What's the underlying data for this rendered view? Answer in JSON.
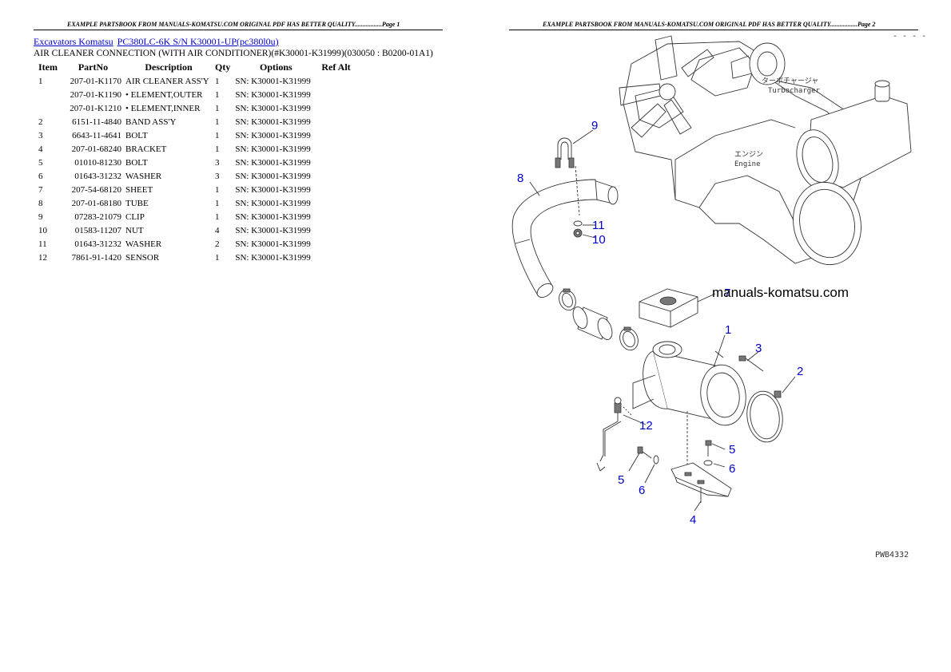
{
  "page1": {
    "header": "EXAMPLE PARTSBOOK FROM MANUALS-KOMATSU.COM ORIGINAL PDF HAS BETTER QUALITY.................Page 1",
    "breadcrumbs": [
      "Excavators Komatsu",
      "PC380LC-6K S/N K30001-UP(pc380l0u)"
    ],
    "subtitle": "AIR CLEANER CONNECTION (WITH AIR CONDITIONER)(#K30001-K31999)(030050 : B0200-01A1)",
    "columns": [
      "Item",
      "PartNo",
      "Description",
      "Qty",
      "Options",
      "Ref Alt"
    ],
    "rows": [
      {
        "item": "1",
        "part": "207-01-K1170",
        "desc": "AIR CLEANER ASS'Y",
        "qty": "1",
        "opt": "SN: K30001-K31999"
      },
      {
        "item": "",
        "part": "207-01-K1190",
        "desc": "• ELEMENT,OUTER",
        "qty": "1",
        "opt": "SN: K30001-K31999"
      },
      {
        "item": "",
        "part": "207-01-K1210",
        "desc": "• ELEMENT,INNER",
        "qty": "1",
        "opt": "SN: K30001-K31999"
      },
      {
        "item": "2",
        "part": "6151-11-4840",
        "desc": "BAND ASS'Y",
        "qty": "1",
        "opt": "SN: K30001-K31999"
      },
      {
        "item": "3",
        "part": "6643-11-4641",
        "desc": "BOLT",
        "qty": "1",
        "opt": "SN: K30001-K31999"
      },
      {
        "item": "4",
        "part": "207-01-68240",
        "desc": "BRACKET",
        "qty": "1",
        "opt": "SN: K30001-K31999"
      },
      {
        "item": "5",
        "part": "01010-81230",
        "desc": "BOLT",
        "qty": "3",
        "opt": "SN: K30001-K31999"
      },
      {
        "item": "6",
        "part": "01643-31232",
        "desc": "WASHER",
        "qty": "3",
        "opt": "SN: K30001-K31999"
      },
      {
        "item": "7",
        "part": "207-54-68120",
        "desc": "SHEET",
        "qty": "1",
        "opt": "SN: K30001-K31999"
      },
      {
        "item": "8",
        "part": "207-01-68180",
        "desc": "TUBE",
        "qty": "1",
        "opt": "SN: K30001-K31999"
      },
      {
        "item": "9",
        "part": "07283-21079",
        "desc": "CLIP",
        "qty": "1",
        "opt": "SN: K30001-K31999"
      },
      {
        "item": "10",
        "part": "01583-11207",
        "desc": "NUT",
        "qty": "4",
        "opt": "SN: K30001-K31999"
      },
      {
        "item": "11",
        "part": "01643-31232",
        "desc": "WASHER",
        "qty": "2",
        "opt": "SN: K30001-K31999"
      },
      {
        "item": "12",
        "part": "7861-91-1420",
        "desc": "SENSOR",
        "qty": "1",
        "opt": "SN: K30001-K31999"
      }
    ]
  },
  "page2": {
    "header": "EXAMPLE PARTSBOOK FROM MANUALS-KOMATSU.COM ORIGINAL PDF HAS BETTER QUALITY.................Page 2",
    "diagram": {
      "watermark": "manuals-komatsu.com",
      "figure_code": "PWB4332",
      "top_mark": "- - - -",
      "engine_jp": "エンジン",
      "engine_en": "Engine",
      "turbo_jp": "ターボチャージャ",
      "turbo_en": "Turbocharger",
      "callouts": [
        "1",
        "2",
        "3",
        "4",
        "5",
        "5",
        "6",
        "6",
        "7",
        "8",
        "9",
        "10",
        "11",
        "12"
      ]
    }
  }
}
